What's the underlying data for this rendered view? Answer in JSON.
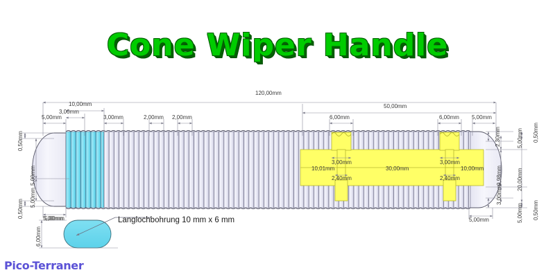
{
  "drawing": {
    "title": "Cone Wiper Handle",
    "watermark": "Pico-Terraner",
    "note": "Langlochbohrung 10 mm x 6 mm",
    "colors": {
      "title_fill": "#00cc00",
      "title_shadow": "#046004",
      "watermark": "#5b52d6",
      "rib_light": "#eeeef8",
      "rib_cyan": "#6fd9ee",
      "body_pale": "#eeeef8",
      "screw_yellow": "#ffff66",
      "bar_yellow": "#ffff66",
      "slot_cyan": "#6fd9ee",
      "line": "#555566",
      "dim_line": "#7a7a8a",
      "dim_text": "#3a3a3a"
    }
  },
  "dimensions": {
    "overall_length": "120,00mm",
    "top_left": [
      {
        "label": "5,00mm"
      },
      {
        "label": "3,00mm"
      },
      {
        "label": "10,00mm"
      },
      {
        "label": "3,00mm"
      },
      {
        "label": "2,00mm"
      },
      {
        "label": "2,00mm"
      }
    ],
    "top_right": [
      {
        "label": "50,00mm"
      },
      {
        "label": "6,00mm"
      },
      {
        "label": "6,00mm"
      },
      {
        "label": "5,00mm"
      }
    ],
    "left_vertical": [
      {
        "label": "0,50mm"
      },
      {
        "label": "5,00mm"
      },
      {
        "label": "0,50mm"
      },
      {
        "label": "5,00mm"
      }
    ],
    "bottom_left": [
      {
        "label": "5,00mm"
      },
      {
        "label": "5,00mm"
      }
    ],
    "center_bar": [
      {
        "label": "3,00mm"
      },
      {
        "label": "3,00mm"
      },
      {
        "label": "10,01mm"
      },
      {
        "label": "30,00mm"
      },
      {
        "label": "10,00mm"
      },
      {
        "label": "2,40mm"
      },
      {
        "label": "2,40mm"
      }
    ],
    "right_vertical": [
      {
        "label": "2,30mm"
      },
      {
        "label": "5,00mm"
      },
      {
        "label": "0,50mm"
      },
      {
        "label": "9,98mm"
      },
      {
        "label": "20,00mm"
      },
      {
        "label": "3,00mm"
      },
      {
        "label": "5,00mm"
      },
      {
        "label": "0,50mm"
      }
    ],
    "detail_slot": [
      {
        "label": "6,00mm"
      },
      {
        "label": "5,00mm"
      }
    ]
  }
}
